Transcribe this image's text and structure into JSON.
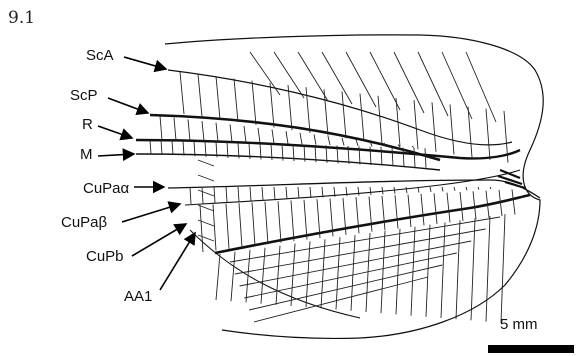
{
  "figure": {
    "number": "9.1",
    "scale_label": "5 mm"
  },
  "labels": {
    "sca": "ScA",
    "scp": "ScP",
    "r": "R",
    "m": "M",
    "cupa_alpha": "CuPaα",
    "cupa_beta": "CuPaβ",
    "cupb": "CuPb",
    "aa1": "AA1"
  }
}
